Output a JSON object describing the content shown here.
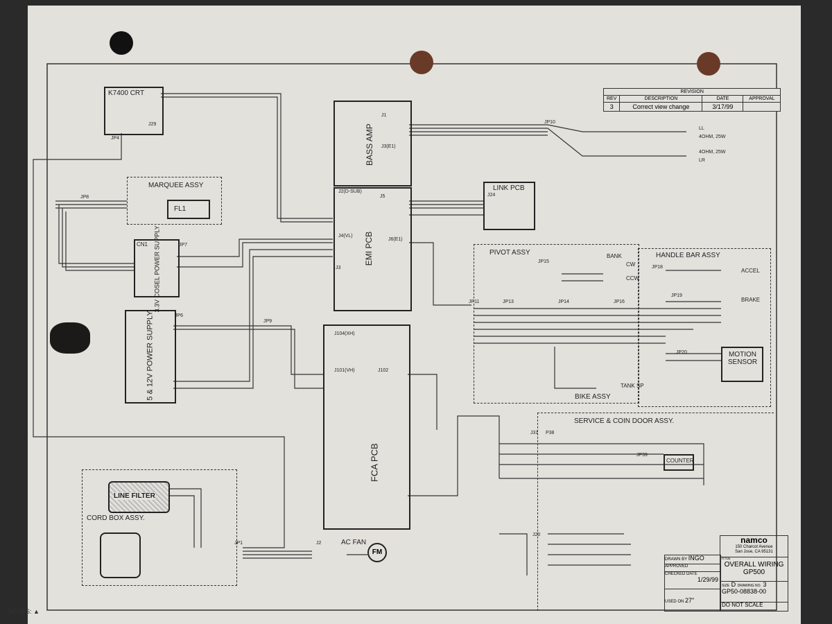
{
  "revision": {
    "title": "REVISION",
    "headers": [
      "REV",
      "DESCRIPTION",
      "DATE",
      "APPROVAL"
    ],
    "rev": "3",
    "description": "Correct view change",
    "date": "3/17/99"
  },
  "title_block": {
    "company": "namco",
    "address1": "150 Charcot Avenue",
    "address2": "San Jose, CA 95131",
    "drawn_by_label": "DRAWN BY",
    "drawn_by": "INGO",
    "approved_label": "APPROVED",
    "checked_label": "CHECKED",
    "date_label": "DATE",
    "date": "1/29/99",
    "title_label": "TITLE",
    "title1": "OVERALL WIRING",
    "title2": "GP500",
    "size_label": "SIZE",
    "size": "D",
    "drawing_no_label": "DRAWING NO.",
    "drawing_no": "GP50-08838-00",
    "rev": "3",
    "used_on_label": "USED ON",
    "used_on": "27\"",
    "scale": "DO NOT SCALE"
  },
  "blocks": {
    "crt": "K7400 CRT",
    "marquee": "MARQUEE ASSY",
    "fl1": "FL1",
    "cosel": "3.3V COSEL POWER SUPPLY",
    "cosel_cn": "CN1",
    "psu": "5 & 12V POWER SUPPLY",
    "bass_amp": "BASS AMP",
    "emi": "EMI PCB",
    "link": "LINK PCB",
    "fca": "FCA PCB",
    "pivot": "PIVOT ASSY",
    "handle": "HANDLE BAR ASSY",
    "bike": "BIKE ASSY",
    "motion": "MOTION SENSOR",
    "service": "SERVICE & COIN DOOR ASSY.",
    "counter": "COUNTER",
    "cord": "CORD BOX ASSY.",
    "line_filter": "LINE FILTER",
    "ac_fan": "AC FAN",
    "fan_symbol": "FM",
    "tank": "TANK SP",
    "bank": "BANK",
    "accel": "ACCEL",
    "brake": "BRAKE",
    "cw": "CW",
    "ccw": "CCW",
    "ll": "LL",
    "lr": "LR",
    "spk": "4OHM, 25W"
  },
  "connectors": [
    "J29",
    "JP4",
    "JP8",
    "JP7",
    "JP6",
    "JP9",
    "J1",
    "J3(E1)",
    "J2(D-SUB)",
    "J5",
    "J4(VL)",
    "J3",
    "J6(E1)",
    "J104(XH)",
    "J101(VH)",
    "J102",
    "JP10",
    "J24",
    "JP15",
    "JP18",
    "JP19",
    "JP20",
    "JP11",
    "JP13",
    "JP14",
    "JP16",
    "J31",
    "P38",
    "JP39",
    "J20",
    "JP1",
    "J2"
  ],
  "notes": "NOTES: ▲"
}
